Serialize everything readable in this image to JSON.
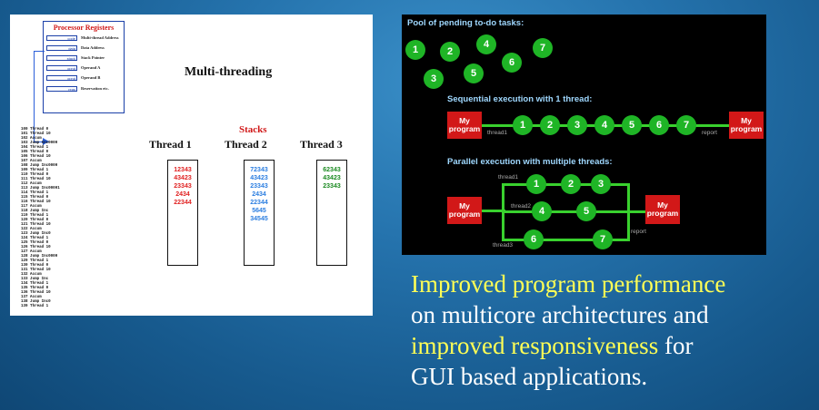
{
  "left_figure": {
    "registers_title": "Processor Registers",
    "registers": [
      {
        "cell": "code",
        "label": "Multi-thread Address"
      },
      {
        "cell": "data",
        "label": "Data Address"
      },
      {
        "cell": "stack",
        "label": "Stack Pointer"
      },
      {
        "cell": "opnd",
        "label": "Operand A"
      },
      {
        "cell": "opnd",
        "label": "Operand B"
      },
      {
        "cell": "regs",
        "label": "Reservation etc."
      }
    ],
    "code_lines": [
      "100 Thread 0",
      "101 Thread 10",
      "102 Accum",
      "103 Jump Inc0000",
      "104 Thread 1",
      "105 Thread 0",
      "106 Thread 10",
      "107 Accum",
      "108 Jump Inc0000",
      "109 Thread 1",
      "110 Thread 0",
      "111 Thread 10",
      "112 Accum",
      "113 Jump Inc00001",
      "114 Thread 1",
      "115 Thread 0",
      "116 Thread 10",
      "117 Accum",
      "118 Jump Inc",
      "119 Thread 1",
      "120 Thread 0",
      "121 Thread 10",
      "122 Accum",
      "123 Jump Inc0",
      "124 Thread 1",
      "125 Thread 0",
      "126 Thread 10",
      "127 Accum",
      "128 Jump Inc0000",
      "129 Thread 1",
      "130 Thread 0",
      "131 Thread 10",
      "132 Accum",
      "133 Jump Inc",
      "134 Thread 1",
      "135 Thread 0",
      "136 Thread 10",
      "137 Accum",
      "138 Jump Inc0",
      "139 Thread 1"
    ],
    "title": "Multi-threading",
    "stacks_label": "Stacks",
    "threads": [
      {
        "label": "Thread 1",
        "color": "#e02020",
        "values": [
          "12343",
          "43423",
          "23343",
          "2434",
          "22344"
        ]
      },
      {
        "label": "Thread 2",
        "color": "#2a7de0",
        "values": [
          "72343",
          "43423",
          "23343",
          "2434",
          "22344",
          "5645",
          "34545"
        ]
      },
      {
        "label": "Thread 3",
        "color": "#1a8a20",
        "values": [
          "62343",
          "43423",
          "23343"
        ]
      }
    ]
  },
  "right_figure": {
    "pool_title": "Pool of pending to-do tasks:",
    "pool_tasks": [
      "1",
      "2",
      "3",
      "4",
      "5",
      "6",
      "7"
    ],
    "sequential_title": "Sequential execution with 1 thread:",
    "parallel_title": "Parallel execution with multiple threads:",
    "my_program": "My program",
    "seq_nodes": [
      "1",
      "2",
      "3",
      "4",
      "5",
      "6",
      "7"
    ],
    "thread1": "thread1",
    "thread2": "thread2",
    "thread3": "thread3",
    "report": "report",
    "par_row1": [
      "1",
      "2",
      "3"
    ],
    "par_row2": [
      "4",
      "5"
    ],
    "par_row3": [
      "6",
      "7"
    ]
  },
  "body_text": {
    "line1": "Improved program performance",
    "line2": "on multicore architectures and",
    "line3_hl": "improved responsiveness",
    "line3_rest": " for",
    "line4": "GUI based applications."
  },
  "colors": {
    "highlight": "#ffff55",
    "bg": "#2573ad"
  }
}
